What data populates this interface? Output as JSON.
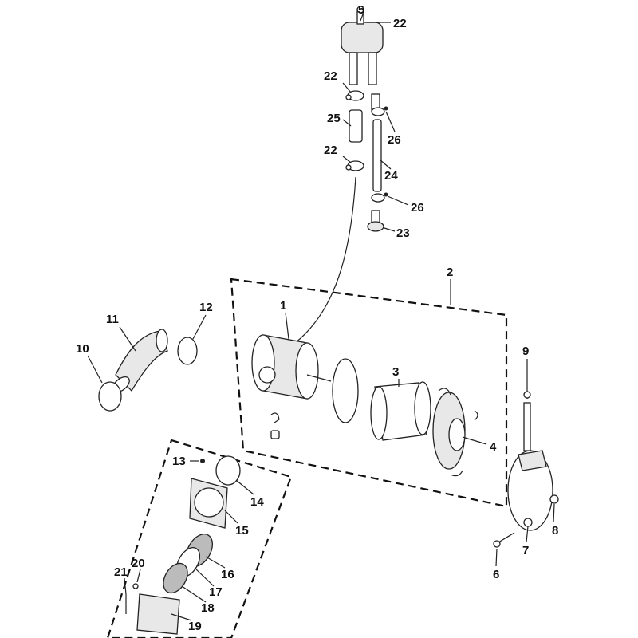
{
  "title": "Air cleaner assembly exploded parts diagram",
  "callouts": [
    {
      "id": "c5",
      "text": "5"
    },
    {
      "id": "c22a",
      "text": "22"
    },
    {
      "id": "c22b",
      "text": "22"
    },
    {
      "id": "c25",
      "text": "25"
    },
    {
      "id": "c26a",
      "text": "26"
    },
    {
      "id": "c22c",
      "text": "22"
    },
    {
      "id": "c24",
      "text": "24"
    },
    {
      "id": "c26b",
      "text": "26"
    },
    {
      "id": "c23",
      "text": "23"
    },
    {
      "id": "c2",
      "text": "2"
    },
    {
      "id": "c1",
      "text": "1"
    },
    {
      "id": "c12",
      "text": "12"
    },
    {
      "id": "c11",
      "text": "11"
    },
    {
      "id": "c10",
      "text": "10"
    },
    {
      "id": "c9",
      "text": "9"
    },
    {
      "id": "c3",
      "text": "3"
    },
    {
      "id": "c4",
      "text": "4"
    },
    {
      "id": "c13",
      "text": "13"
    },
    {
      "id": "c14",
      "text": "14"
    },
    {
      "id": "c15",
      "text": "15"
    },
    {
      "id": "c16",
      "text": "16"
    },
    {
      "id": "c17",
      "text": "17"
    },
    {
      "id": "c18",
      "text": "18"
    },
    {
      "id": "c19",
      "text": "19"
    },
    {
      "id": "c20",
      "text": "20"
    },
    {
      "id": "c21",
      "text": "21"
    },
    {
      "id": "c8",
      "text": "8"
    },
    {
      "id": "c7",
      "text": "7"
    },
    {
      "id": "c6",
      "text": "6"
    }
  ]
}
